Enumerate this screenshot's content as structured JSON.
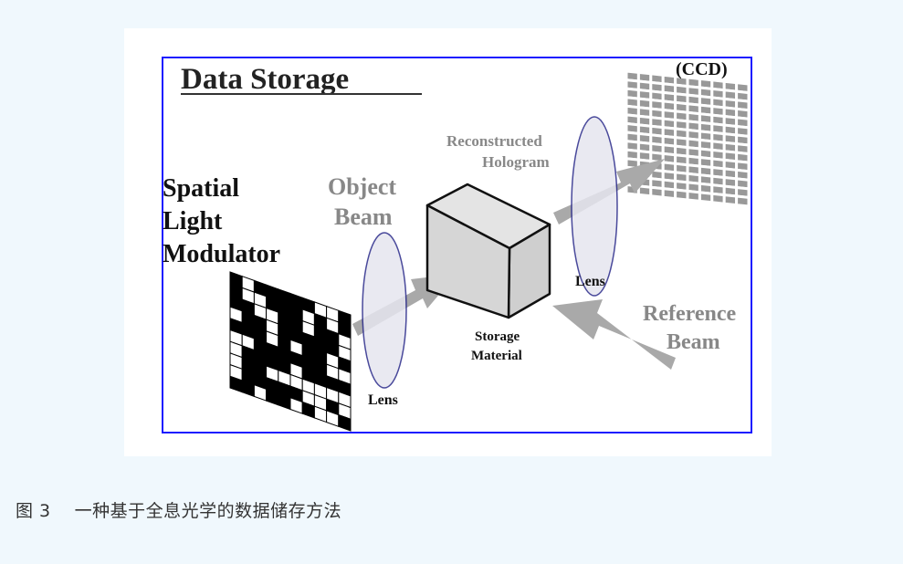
{
  "figure": {
    "title": "Data Storage",
    "labels": {
      "slm_line1": "Spatial",
      "slm_line2": "Light",
      "slm_line3": "Modulator",
      "object_beam_line1": "Object",
      "object_beam_line2": "Beam",
      "lens_left": "Lens",
      "storage_line1": "Storage",
      "storage_line2": "Material",
      "reconstructed_line1": "Reconstructed",
      "reconstructed_line2": "Hologram",
      "lens_right": "Lens",
      "reference_line1": "Reference",
      "reference_line2": "Beam",
      "ccd": "(CCD)"
    },
    "colors": {
      "border": "#1a1aff",
      "arrow": "#a9a9a9",
      "lens_fill": "#e6e6ef",
      "lens_stroke": "#2a2a8a",
      "cube_fill": "#d4d4d4"
    }
  },
  "caption": {
    "number": "图 3",
    "text": "一种基于全息光学的数据储存方法"
  }
}
